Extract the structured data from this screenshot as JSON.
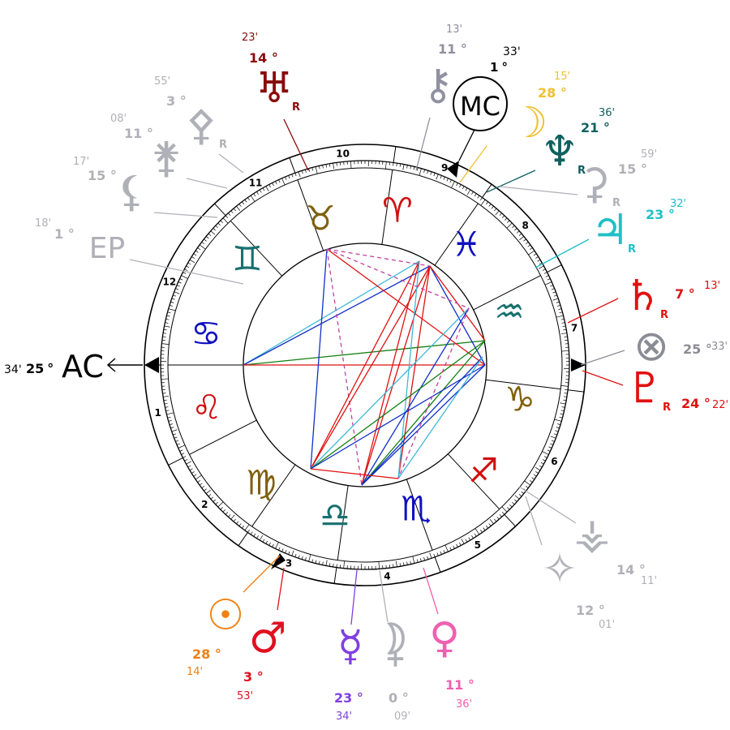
{
  "colors": {
    "fire": "#d01010",
    "earth": "#806010",
    "air": "#1a7070",
    "water": "#1010c0",
    "red": "#e01010",
    "blue": "#1030c8",
    "green": "#108010",
    "cyan": "#40b8d8",
    "magenta": "#c040a0",
    "grey": "#8c8c96"
  },
  "signs": [
    {
      "name": "aries",
      "glyph": "♈",
      "element": "fire"
    },
    {
      "name": "taurus",
      "glyph": "♉",
      "element": "earth"
    },
    {
      "name": "gemini",
      "glyph": "♊",
      "element": "air"
    },
    {
      "name": "cancer",
      "glyph": "♋",
      "element": "water"
    },
    {
      "name": "leo",
      "glyph": "♌",
      "element": "fire"
    },
    {
      "name": "virgo",
      "glyph": "♍",
      "element": "earth"
    },
    {
      "name": "libra",
      "glyph": "♎",
      "element": "air"
    },
    {
      "name": "scorpio",
      "glyph": "♏",
      "element": "water"
    },
    {
      "name": "sagittarius",
      "glyph": "♐",
      "element": "fire"
    },
    {
      "name": "capricorn",
      "glyph": "♑",
      "element": "earth"
    },
    {
      "name": "aquarius",
      "glyph": "♒",
      "element": "air"
    },
    {
      "name": "pisces",
      "glyph": "♓",
      "element": "water"
    }
  ],
  "houses": [
    "1",
    "2",
    "3",
    "4",
    "5",
    "6",
    "7",
    "8",
    "9",
    "10",
    "11",
    "12"
  ],
  "angles": {
    "ac": {
      "label": "AC",
      "deg": "25",
      "min": "34'"
    },
    "mc": {
      "label": "MC",
      "deg": "1",
      "min": "33'"
    }
  },
  "planets": [
    {
      "name": "sun",
      "glyph": "☉",
      "color": "#f08010",
      "deg": "28",
      "min": "14'",
      "retro": false
    },
    {
      "name": "moon",
      "glyph": "☽",
      "color": "#f0c030",
      "deg": "28",
      "min": "15'",
      "retro": false
    },
    {
      "name": "mercury",
      "glyph": "☿",
      "color": "#8040e0",
      "deg": "23",
      "min": "34'",
      "retro": false
    },
    {
      "name": "venus",
      "glyph": "♀",
      "color": "#f060b0",
      "deg": "11",
      "min": "36'",
      "retro": false
    },
    {
      "name": "mars",
      "glyph": "♂",
      "color": "#e01020",
      "deg": "3",
      "min": "53'",
      "retro": false
    },
    {
      "name": "jupiter",
      "glyph": "♃",
      "color": "#20c0c8",
      "deg": "23",
      "min": "32'",
      "retro": true
    },
    {
      "name": "saturn",
      "glyph": "♄",
      "color": "#e01010",
      "deg": "7",
      "min": "13'",
      "retro": true
    },
    {
      "name": "uranus",
      "glyph": "♅",
      "color": "#8a0a0a",
      "deg": "14",
      "min": "23'",
      "retro": true
    },
    {
      "name": "neptune",
      "glyph": "♆",
      "color": "#106060",
      "deg": "21",
      "min": "36'",
      "retro": true
    },
    {
      "name": "pluto",
      "glyph": "♇",
      "color": "#e01010",
      "deg": "24",
      "min": "22'",
      "retro": true
    },
    {
      "name": "chiron",
      "glyph": "⚷",
      "color": "#9090a0",
      "deg": "11",
      "min": "13'",
      "retro": false
    },
    {
      "name": "ceres",
      "glyph": "⚳",
      "color": "#b0b0b8",
      "deg": "15",
      "min": "59'",
      "retro": true
    },
    {
      "name": "pallas",
      "glyph": "⚴",
      "color": "#b0b0b8",
      "deg": "3",
      "min": "55'",
      "retro": true
    },
    {
      "name": "juno",
      "glyph": "⚵",
      "color": "#b0b0b8",
      "deg": "11",
      "min": "08'",
      "retro": false
    },
    {
      "name": "vesta",
      "glyph": "⚶",
      "color": "#b0b0b8",
      "deg": "14",
      "min": "11'",
      "retro": false
    },
    {
      "name": "lilith",
      "glyph": "⚸",
      "color": "#b0b0b8",
      "deg": "15",
      "min": "17'",
      "retro": false
    },
    {
      "name": "part-of-fortune",
      "glyph": "⊗",
      "color": "#8c8c96",
      "deg": "25",
      "min": "33'",
      "retro": false
    },
    {
      "name": "vertex",
      "glyph": "✧",
      "color": "#b0b0b8",
      "deg": "12",
      "min": "01'",
      "retro": false
    },
    {
      "name": "node",
      "glyph": "⯝",
      "color": "#b0b0b8",
      "deg": "0",
      "min": "09'",
      "retro": false
    },
    {
      "name": "east-point",
      "glyph": "EP",
      "color": "#b0b0b8",
      "deg": "1",
      "min": "18'",
      "retro": false
    }
  ],
  "retro_label": "R",
  "degree_symbol": "°"
}
